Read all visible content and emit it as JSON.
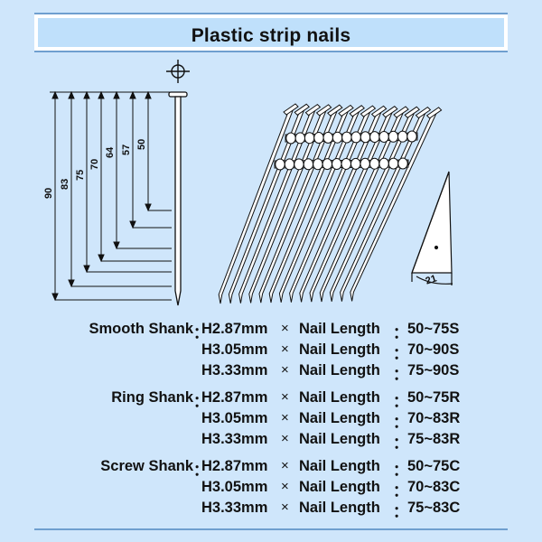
{
  "title": "Plastic strip nails",
  "dimensions": [
    "90",
    "83",
    "75",
    "70",
    "64",
    "57",
    "50"
  ],
  "angle_label": "21",
  "specs": [
    {
      "shank": "Smooth Shank",
      "colon": "：",
      "head": "H2.87mm",
      "times": "×",
      "length_label": "Nail Length",
      "value": "50~75S"
    },
    {
      "shank": "",
      "colon": "",
      "head": "H3.05mm",
      "times": "×",
      "length_label": "Nail Length",
      "value": "70~90S"
    },
    {
      "shank": "",
      "colon": "",
      "head": "H3.33mm",
      "times": "×",
      "length_label": "Nail Length",
      "value": "75~90S"
    },
    {
      "shank": "Ring Shank",
      "colon": "：",
      "head": "H2.87mm",
      "times": "×",
      "length_label": "Nail Length",
      "value": "50~75R"
    },
    {
      "shank": "",
      "colon": "",
      "head": "H3.05mm",
      "times": "×",
      "length_label": "Nail Length",
      "value": "70~83R"
    },
    {
      "shank": "",
      "colon": "",
      "head": "H3.33mm",
      "times": "×",
      "length_label": "Nail Length",
      "value": "75~83R"
    },
    {
      "shank": "Screw Shank",
      "colon": "：",
      "head": "H2.87mm",
      "times": "×",
      "length_label": "Nail Length",
      "value": "50~75C"
    },
    {
      "shank": "",
      "colon": "",
      "head": "H3.05mm",
      "times": "×",
      "length_label": "Nail Length",
      "value": "70~83C"
    },
    {
      "shank": "",
      "colon": "",
      "head": "H3.33mm",
      "times": "×",
      "length_label": "Nail Length",
      "value": "75~83C"
    }
  ],
  "colors": {
    "background": "#cfe6fb",
    "band": "#bfe0fb",
    "border": "#6f9fcf",
    "ink": "#111111"
  },
  "icons": [
    "crosshair-icon",
    "nail-drawing",
    "nail-strip-drawing",
    "wedge-angle-drawing"
  ]
}
